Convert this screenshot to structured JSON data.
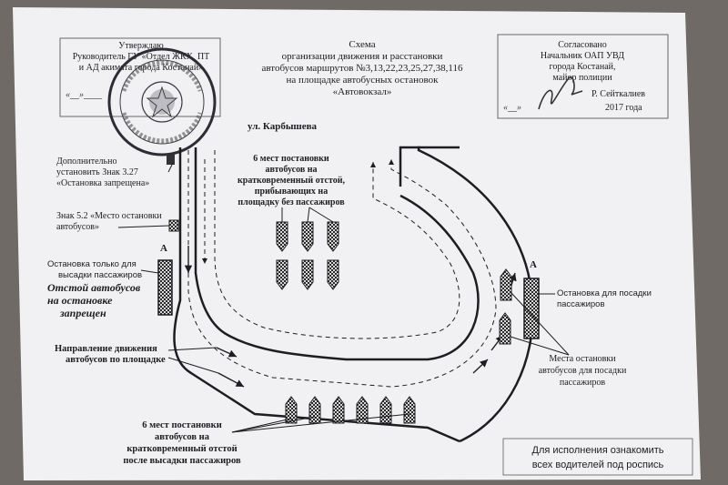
{
  "approved": {
    "title": "Утверждаю",
    "line1": "Руководитель ГУ «Отдел ЖКХ, ПТ",
    "line2": "и АД акимата города Костанай»",
    "date": "«__»____"
  },
  "agreed": {
    "title": "Согласовано",
    "line1": "Начальник ОАП УВД",
    "line2": "города Костанай,",
    "line3": "майор полиции",
    "signature": "Р. Сейткалиев",
    "date_prefix": "«__»",
    "year": "2017 года"
  },
  "scheme": {
    "title": "Схема",
    "line1": "организации движения и расстановки",
    "line2": "автобусов маршрутов №3,13,22,23,25,27,38,116",
    "line3": "на площадке автобусных остановок",
    "line4": "«Автовокзал»"
  },
  "street": "ул. Карбышева",
  "labels": {
    "sign_327_l1": "Дополнительно",
    "sign_327_l2": "установить Знак 3.27",
    "sign_327_l3": "«Остановка запрещена»",
    "sign_52_l1": "Знак 5.2 «Место остановки",
    "sign_52_l2": "автобусов»",
    "stop_a_left": "А",
    "stop_a_right": "А",
    "dropoff_l1": "Остановка только для",
    "dropoff_l2": "высадки пассажиров",
    "no_parking_l1": "Отстой автобусов",
    "no_parking_l2": "на остановке",
    "no_parking_l3": "запрещен",
    "direction_l1": "Направление движения",
    "direction_l2": "автобусов по площадке",
    "parking_top_l1": "6 мест постановки",
    "parking_top_l2": "автобусов на",
    "parking_top_l3": "кратковременный отстой,",
    "parking_top_l4": "прибывающих на",
    "parking_top_l5": "площадку без пассажиров",
    "parking_bottom_l1": "6 мест постановки",
    "parking_bottom_l2": "автобусов на",
    "parking_bottom_l3": "кратковременный отстой",
    "parking_bottom_l4": "после высадки пассажиров",
    "boarding_stop_l1": "Остановка для посадки",
    "boarding_stop_l2": "пассажиров",
    "boarding_places_l1": "Места остановки",
    "boarding_places_l2": "автобусов для посадки",
    "boarding_places_l3": "пассажиров"
  },
  "notice": {
    "line1": "Для исполнения ознакомить",
    "line2": "всех водителей под роспись"
  },
  "stamp_icon": "round-seal-icon",
  "signature_icon": "handwritten-signature-icon",
  "colors": {
    "ink": "#1e1e22",
    "paper": "#f1f1f3",
    "backdrop": "#6f6a66"
  }
}
